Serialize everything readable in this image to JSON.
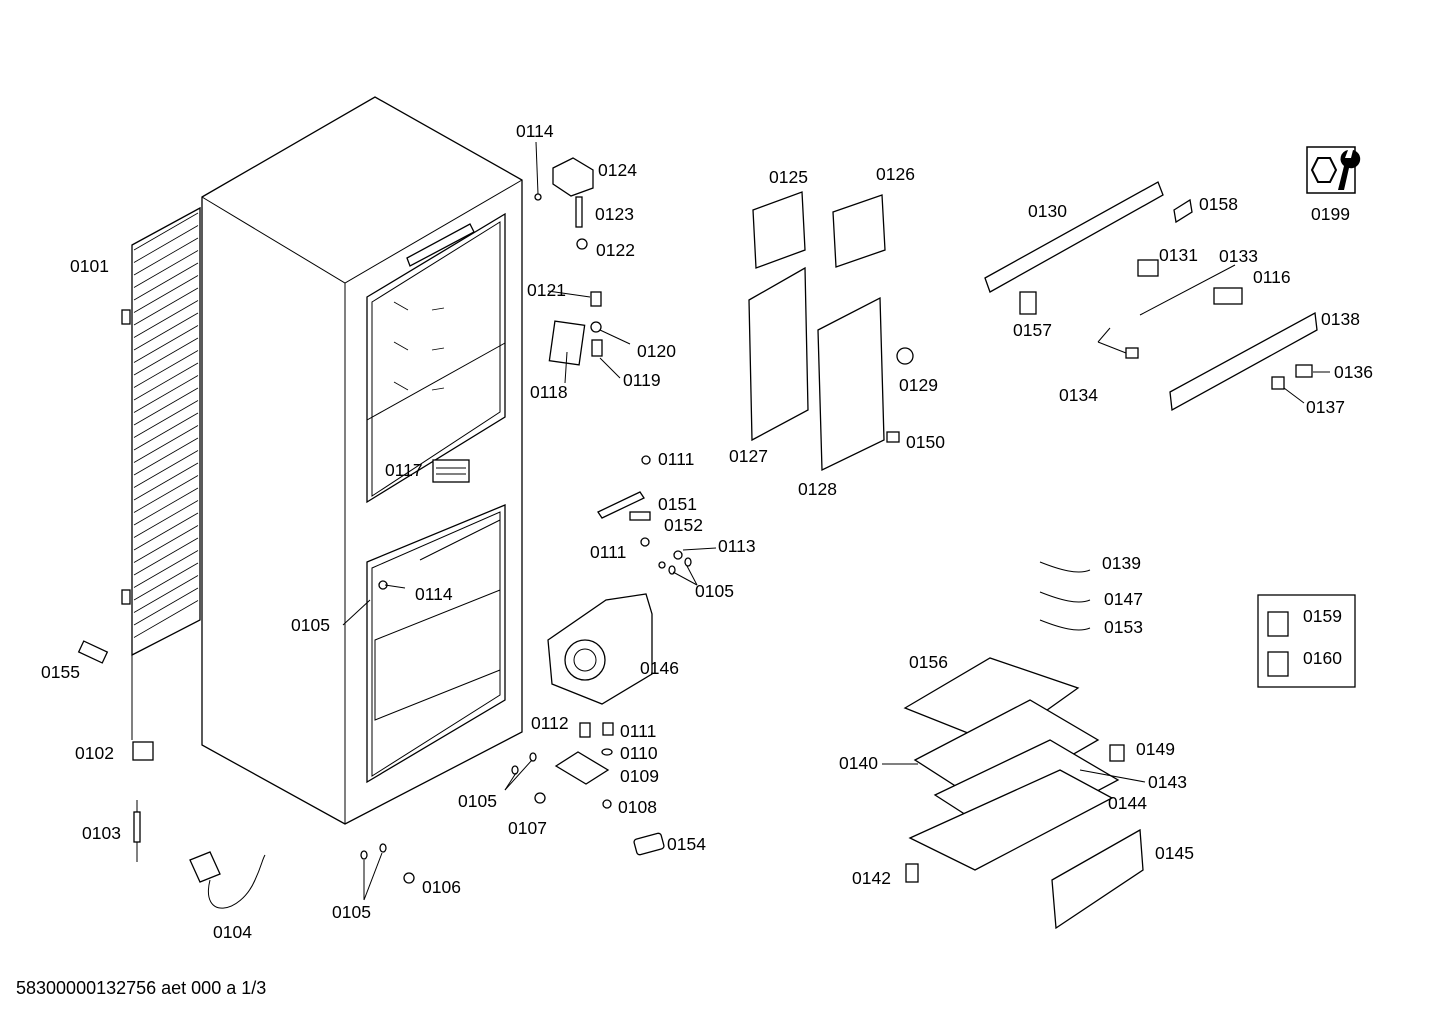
{
  "diagram": {
    "labels": {
      "p0101": "0101",
      "p0102": "0102",
      "p0103": "0103",
      "p0104": "0104",
      "p0105a": "0105",
      "p0105b": "0105",
      "p0105c": "0105",
      "p0105d": "0105",
      "p0106": "0106",
      "p0107": "0107",
      "p0108": "0108",
      "p0109": "0109",
      "p0110": "0110",
      "p0111a": "0111",
      "p0111b": "0111",
      "p0111c": "0111",
      "p0112": "0112",
      "p0113": "0113",
      "p0114a": "0114",
      "p0114b": "0114",
      "p0116": "0116",
      "p0117": "0117",
      "p0118": "0118",
      "p0119": "0119",
      "p0120": "0120",
      "p0121": "0121",
      "p0122": "0122",
      "p0123": "0123",
      "p0124": "0124",
      "p0125": "0125",
      "p0126": "0126",
      "p0127": "0127",
      "p0128": "0128",
      "p0129": "0129",
      "p0130": "0130",
      "p0131": "0131",
      "p0133": "0133",
      "p0134": "0134",
      "p0136": "0136",
      "p0137": "0137",
      "p0138": "0138",
      "p0139": "0139",
      "p0140": "0140",
      "p0142": "0142",
      "p0143": "0143",
      "p0144": "0144",
      "p0145": "0145",
      "p0146": "0146",
      "p0147": "0147",
      "p0149": "0149",
      "p0150": "0150",
      "p0151": "0151",
      "p0152": "0152",
      "p0153": "0153",
      "p0154": "0154",
      "p0155": "0155",
      "p0156": "0156",
      "p0157": "0157",
      "p0158": "0158",
      "p0159": "0159",
      "p0160": "0160",
      "p0199": "0199"
    },
    "icons": {
      "tool": "wrench-nut-icon"
    }
  },
  "footer": {
    "doc_id": "58300000132756 aet 000 a 1/3"
  }
}
